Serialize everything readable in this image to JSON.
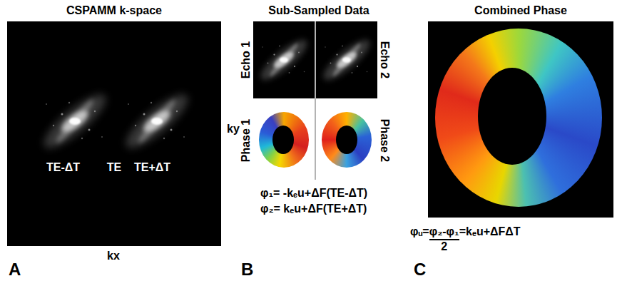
{
  "diagram": {
    "nodes": [
      {
        "text": [
          "CSPAMM k-space",
          "TE-ΔT",
          "TE",
          "TE+ΔT"
        ]
      },
      {
        "text": [
          "Sub-Sampled Data"
        ]
      },
      {
        "text": [
          "Echo 1"
        ],
        "in": 1
      },
      {
        "text": [
          "Echo 2"
        ],
        "in": 1
      },
      {
        "text": [
          "Phase 1"
        ],
        "in": 1
      },
      {
        "text": [
          "Phase 2"
        ],
        "in": 1
      },
      {
        "text": [
          "Combined Phase"
        ]
      }
    ],
    "labels": [
      "ky",
      "kx",
      "A",
      "φ₁= -kₑu+ΔF(TE-ΔT)",
      "φ₂= kₑu+ΔF(TE+ΔT)",
      "B",
      "φᵤ=",
      "φ₂-φ₁",
      "2",
      "=kₑu+ΔFΔT",
      "C"
    ]
  }
}
